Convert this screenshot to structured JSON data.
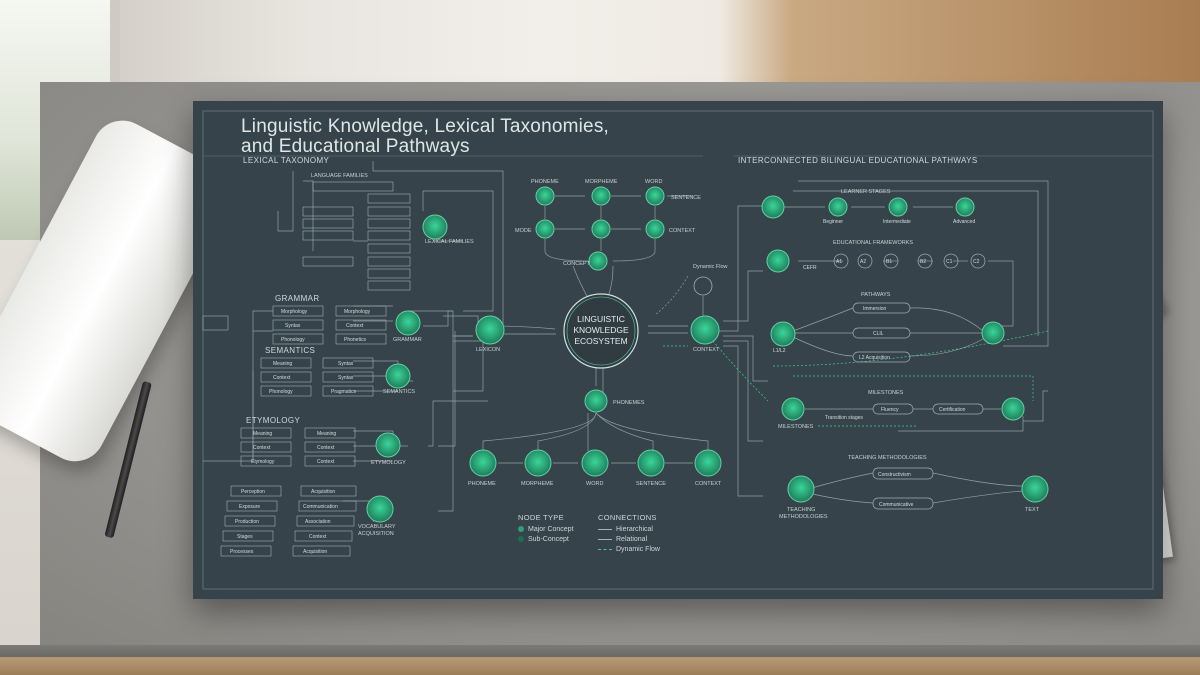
{
  "poster": {
    "title_line1": "Linguistic Knowledge, Lexical Taxonomies,",
    "title_line2": "and Educational Pathways",
    "left_header": "LEXICAL TAXONOMY",
    "right_header": "INTERCONNECTED BILINGUAL EDUCATIONAL PATHWAYS"
  },
  "center": {
    "line1": "LINGUISTIC",
    "line2": "KNOWLEDGE",
    "line3": "ECOSYSTEM"
  },
  "left": {
    "language_families": "LANGUAGE FAMILIES",
    "lexical_families": "LEXICAL FAMILIES",
    "grammar": "GRAMMAR",
    "grammar_node": "GRAMMAR",
    "grammar_boxes_left": [
      "Morphology",
      "Syntax",
      "Phonology"
    ],
    "grammar_boxes_right": [
      "Morphology",
      "Context",
      "Phonetics"
    ],
    "semantics": "SEMANTICS",
    "semantics_node": "SEMANTICS",
    "semantics_boxes_left": [
      "Meaning",
      "Context",
      "Phonology"
    ],
    "semantics_boxes_right": [
      "Syntax",
      "Syntax",
      "Pragmatics"
    ],
    "etymology": "ETYMOLOGY",
    "etymology_node": "ETYMOLOGY",
    "etymology_boxes_left": [
      "Meaning",
      "Context",
      "Etymology"
    ],
    "etymology_boxes_right": [
      "Meaning",
      "Context",
      "Context"
    ],
    "vocab_node_line1": "VOCABULARY",
    "vocab_node_line2": "ACQUISITION",
    "vocab_boxes_left": [
      "Perception",
      "Exposure",
      "Production",
      "Stages",
      "Processes"
    ],
    "vocab_boxes_right": [
      "Acquisition",
      "Communication",
      "Association",
      "Context",
      "Acquisition"
    ],
    "lexicon_node": "LEXICON"
  },
  "top": {
    "phoneme": "PHONEME",
    "morpheme": "MORPHEME",
    "word": "WORD",
    "sentence": "SENTENCE",
    "mode": "MODE",
    "context": "CONTEXT",
    "concept": "CONCEPT",
    "dynamic_flow": "Dynamic Flow"
  },
  "bottom": {
    "phonemes_hub": "PHONEMES",
    "phoneme": "PHONEME",
    "morpheme": "MORPHEME",
    "word": "WORD",
    "sentence": "SENTENCE",
    "context": "CONTEXT"
  },
  "right": {
    "context_hub": "CONTEXT",
    "learner_stages": "LEARNER STAGES",
    "beginner": "Beginner",
    "intermediate": "Intermediate",
    "advanced": "Advanced",
    "educational_frameworks": "EDUCATIONAL FRAMEWORKS",
    "cefr": "CEFR",
    "cefr_levels": [
      "A1",
      "A2",
      "B1",
      "B2",
      "C1",
      "C2"
    ],
    "pathways": "PATHWAYS",
    "pathway_boxes": [
      "Immersion",
      "CLIL",
      "L2 Acquisition"
    ],
    "l1_node": "L1/L2",
    "milestones": "MILESTONES",
    "milestones_node": "MILESTONES",
    "transition_stages": "Transition stages",
    "fluency": "Fluency",
    "certification": "Certification",
    "teaching_methodologies": "TEACHING METHODOLOGIES",
    "teaching_node_line1": "TEACHING",
    "teaching_node_line2": "METHODOLOGIES",
    "constructivism": "Constructivism",
    "communicative": "Communicative",
    "text_node": "TEXT"
  },
  "legend": {
    "node_type": "NODE TYPE",
    "major": "Major Concept",
    "sub": "Sub-Concept",
    "connections": "CONNECTIONS",
    "hierarchical": "Hierarchical",
    "relational": "Relational",
    "dynamic": "Dynamic Flow"
  },
  "colors": {
    "board": "#36434a",
    "node": "#2f9e74",
    "node_ring": "#5fd3a4",
    "line": "#9fb3b6",
    "accent": "#3ecf8e"
  }
}
